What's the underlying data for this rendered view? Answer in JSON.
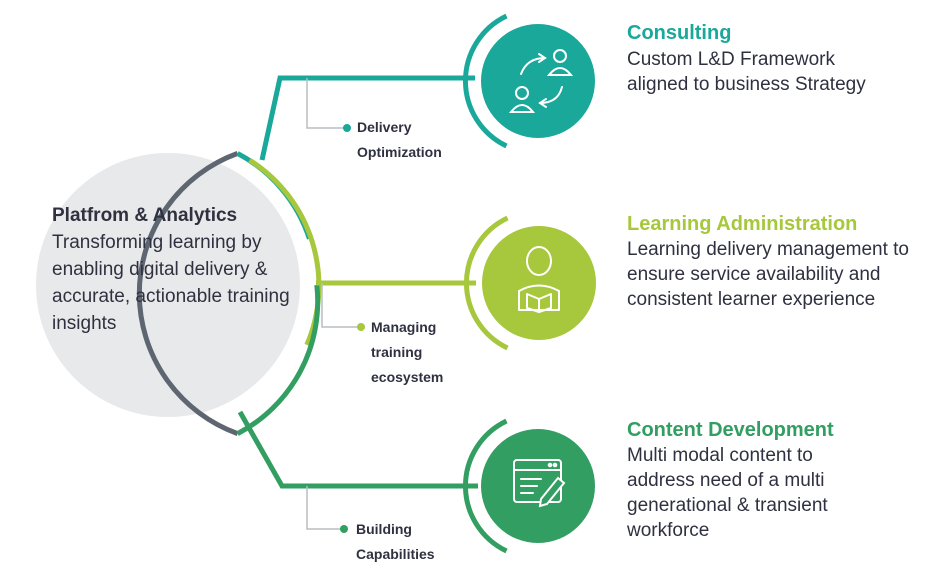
{
  "colors": {
    "consulting": "#1aa89a",
    "learning_administration": "#a7c73c",
    "content_development": "#329e62",
    "hub_fill": "#e8e9ea",
    "hub_ring": "#5e6672",
    "text_dark": "#2f3140"
  },
  "hub": {
    "title": "Platfrom & Analytics",
    "description": "Transforming learning by enabling digital delivery & accurate, actionable training insights"
  },
  "branches": [
    {
      "label_line1": "Delivery",
      "label_line2": "Optimization",
      "label_line3": ""
    },
    {
      "label_line1": "Managing",
      "label_line2": "training",
      "label_line3": "ecosystem"
    },
    {
      "label_line1": "Building",
      "label_line2": "Capabilities",
      "label_line3": ""
    }
  ],
  "services": [
    {
      "title": "Consulting",
      "description": "Custom L&D Framework aligned to business Strategy",
      "icon": "people-exchange-icon"
    },
    {
      "title": "Learning Administration",
      "description": "Learning delivery management to ensure service availability and consistent learner experience",
      "icon": "reader-with-book-icon"
    },
    {
      "title": "Content Development",
      "description": "Multi modal content to address need of a multi generational & transient workforce",
      "icon": "document-edit-icon"
    }
  ]
}
